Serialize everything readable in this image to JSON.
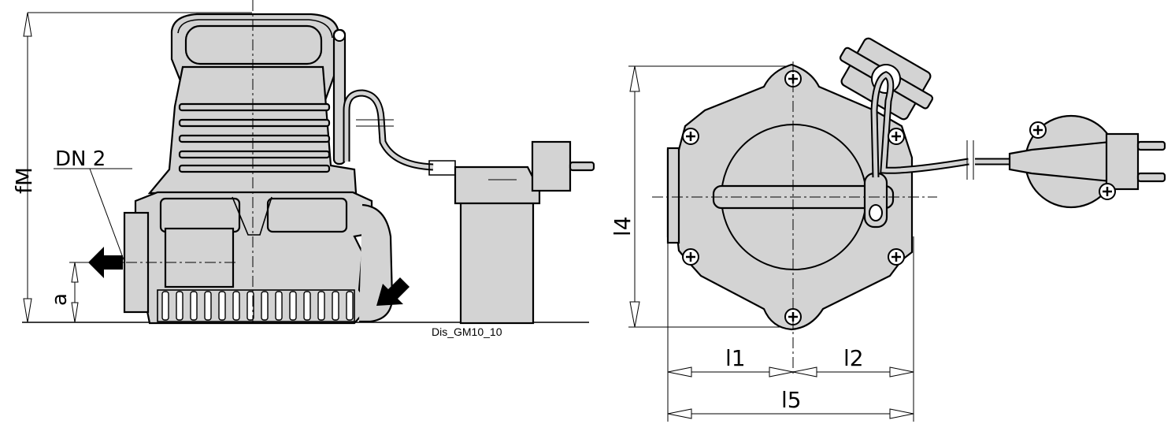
{
  "labels": {
    "dn2": "DN 2",
    "fM": "fM",
    "a": "a",
    "l1": "l1",
    "l2": "l2",
    "l4": "l4",
    "l5": "l5",
    "drawing_id": "Dis_GM10_10"
  },
  "colors": {
    "body_fill": "#d3d3d3",
    "line": "#000000",
    "background": "#ffffff"
  },
  "icons": [
    "flow-outlet-arrow",
    "flow-inlet-arrow",
    "plug-icon",
    "screw-icon"
  ]
}
